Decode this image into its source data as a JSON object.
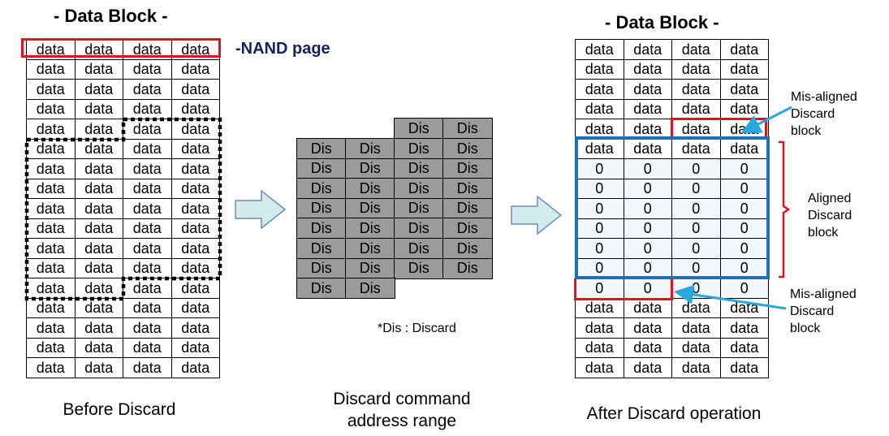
{
  "before": {
    "title": "- Data Block -",
    "rows": 17,
    "cols": 4,
    "cell_text": "data",
    "nand_page_label": "-NAND page",
    "caption": "Before Discard"
  },
  "discard": {
    "cell_text": "Dis",
    "note": "*Dis : Discard",
    "caption_line1": "Discard command",
    "caption_line2": "address range"
  },
  "after": {
    "title": "- Data Block -",
    "rows": 17,
    "cols": 4,
    "data_text": "data",
    "zero_text": "0",
    "zero_rows": [
      6,
      12
    ],
    "caption": "After Discard operation",
    "misaligned_top_label": [
      "Mis-aligned",
      "Discard",
      "block"
    ],
    "aligned_label": [
      "Aligned",
      "Discard",
      "block"
    ],
    "misaligned_bottom_label": [
      "Mis-aligned",
      "Discard",
      "block"
    ]
  },
  "colors": {
    "red_outline": "#e0141e",
    "blue_outline": "#1f6fb5",
    "arrow_blue": "#2aa7dc",
    "dis_fill": "#9b9b9b",
    "flow_arrow_fill": "#d4ebee",
    "flow_arrow_stroke": "#6b8fb1"
  }
}
